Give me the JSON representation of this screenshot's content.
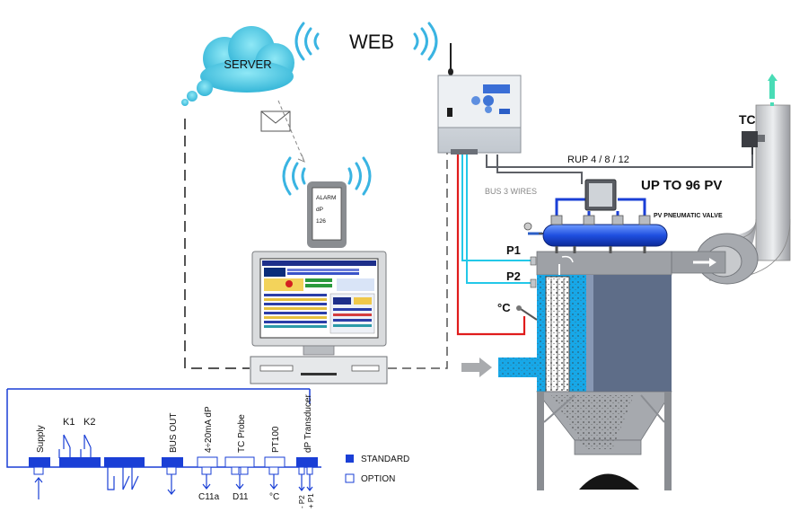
{
  "labels": {
    "web": "WEB",
    "server": "SERVER",
    "rup": "RUP 4 / 8 / 12",
    "up_to": "UP TO 96 PV",
    "bus3": "BUS 3  WIRES",
    "pv_valve": "PV PNEUMATIC VALVE",
    "tc": "TC",
    "p1": "P1",
    "p2": "P2",
    "deg_c": "°C"
  },
  "pager": {
    "line1": "ALARM",
    "line2": "dP",
    "line3": "126"
  },
  "terminal_strip": {
    "labels": {
      "supply": "Supply",
      "k1": "K1",
      "k2": "K2",
      "bus_out": "BUS OUT",
      "ma": "4÷20mA dP",
      "tc_probe": "TC Probe",
      "pt100": "PT100",
      "dp_transducer": "dP Transducer"
    },
    "below": {
      "c11a": "C11a",
      "d11": "D11",
      "degc": "°C",
      "p2": "- P2",
      "p1": "+ P1"
    }
  },
  "legend": {
    "standard": "STANDARD",
    "option": "OPTION"
  },
  "colors": {
    "blue": "#1a3fd6",
    "cyan": "#23c8e8",
    "red": "#e01c1c",
    "grey": "#808080",
    "dark_grey": "#5d6066"
  }
}
